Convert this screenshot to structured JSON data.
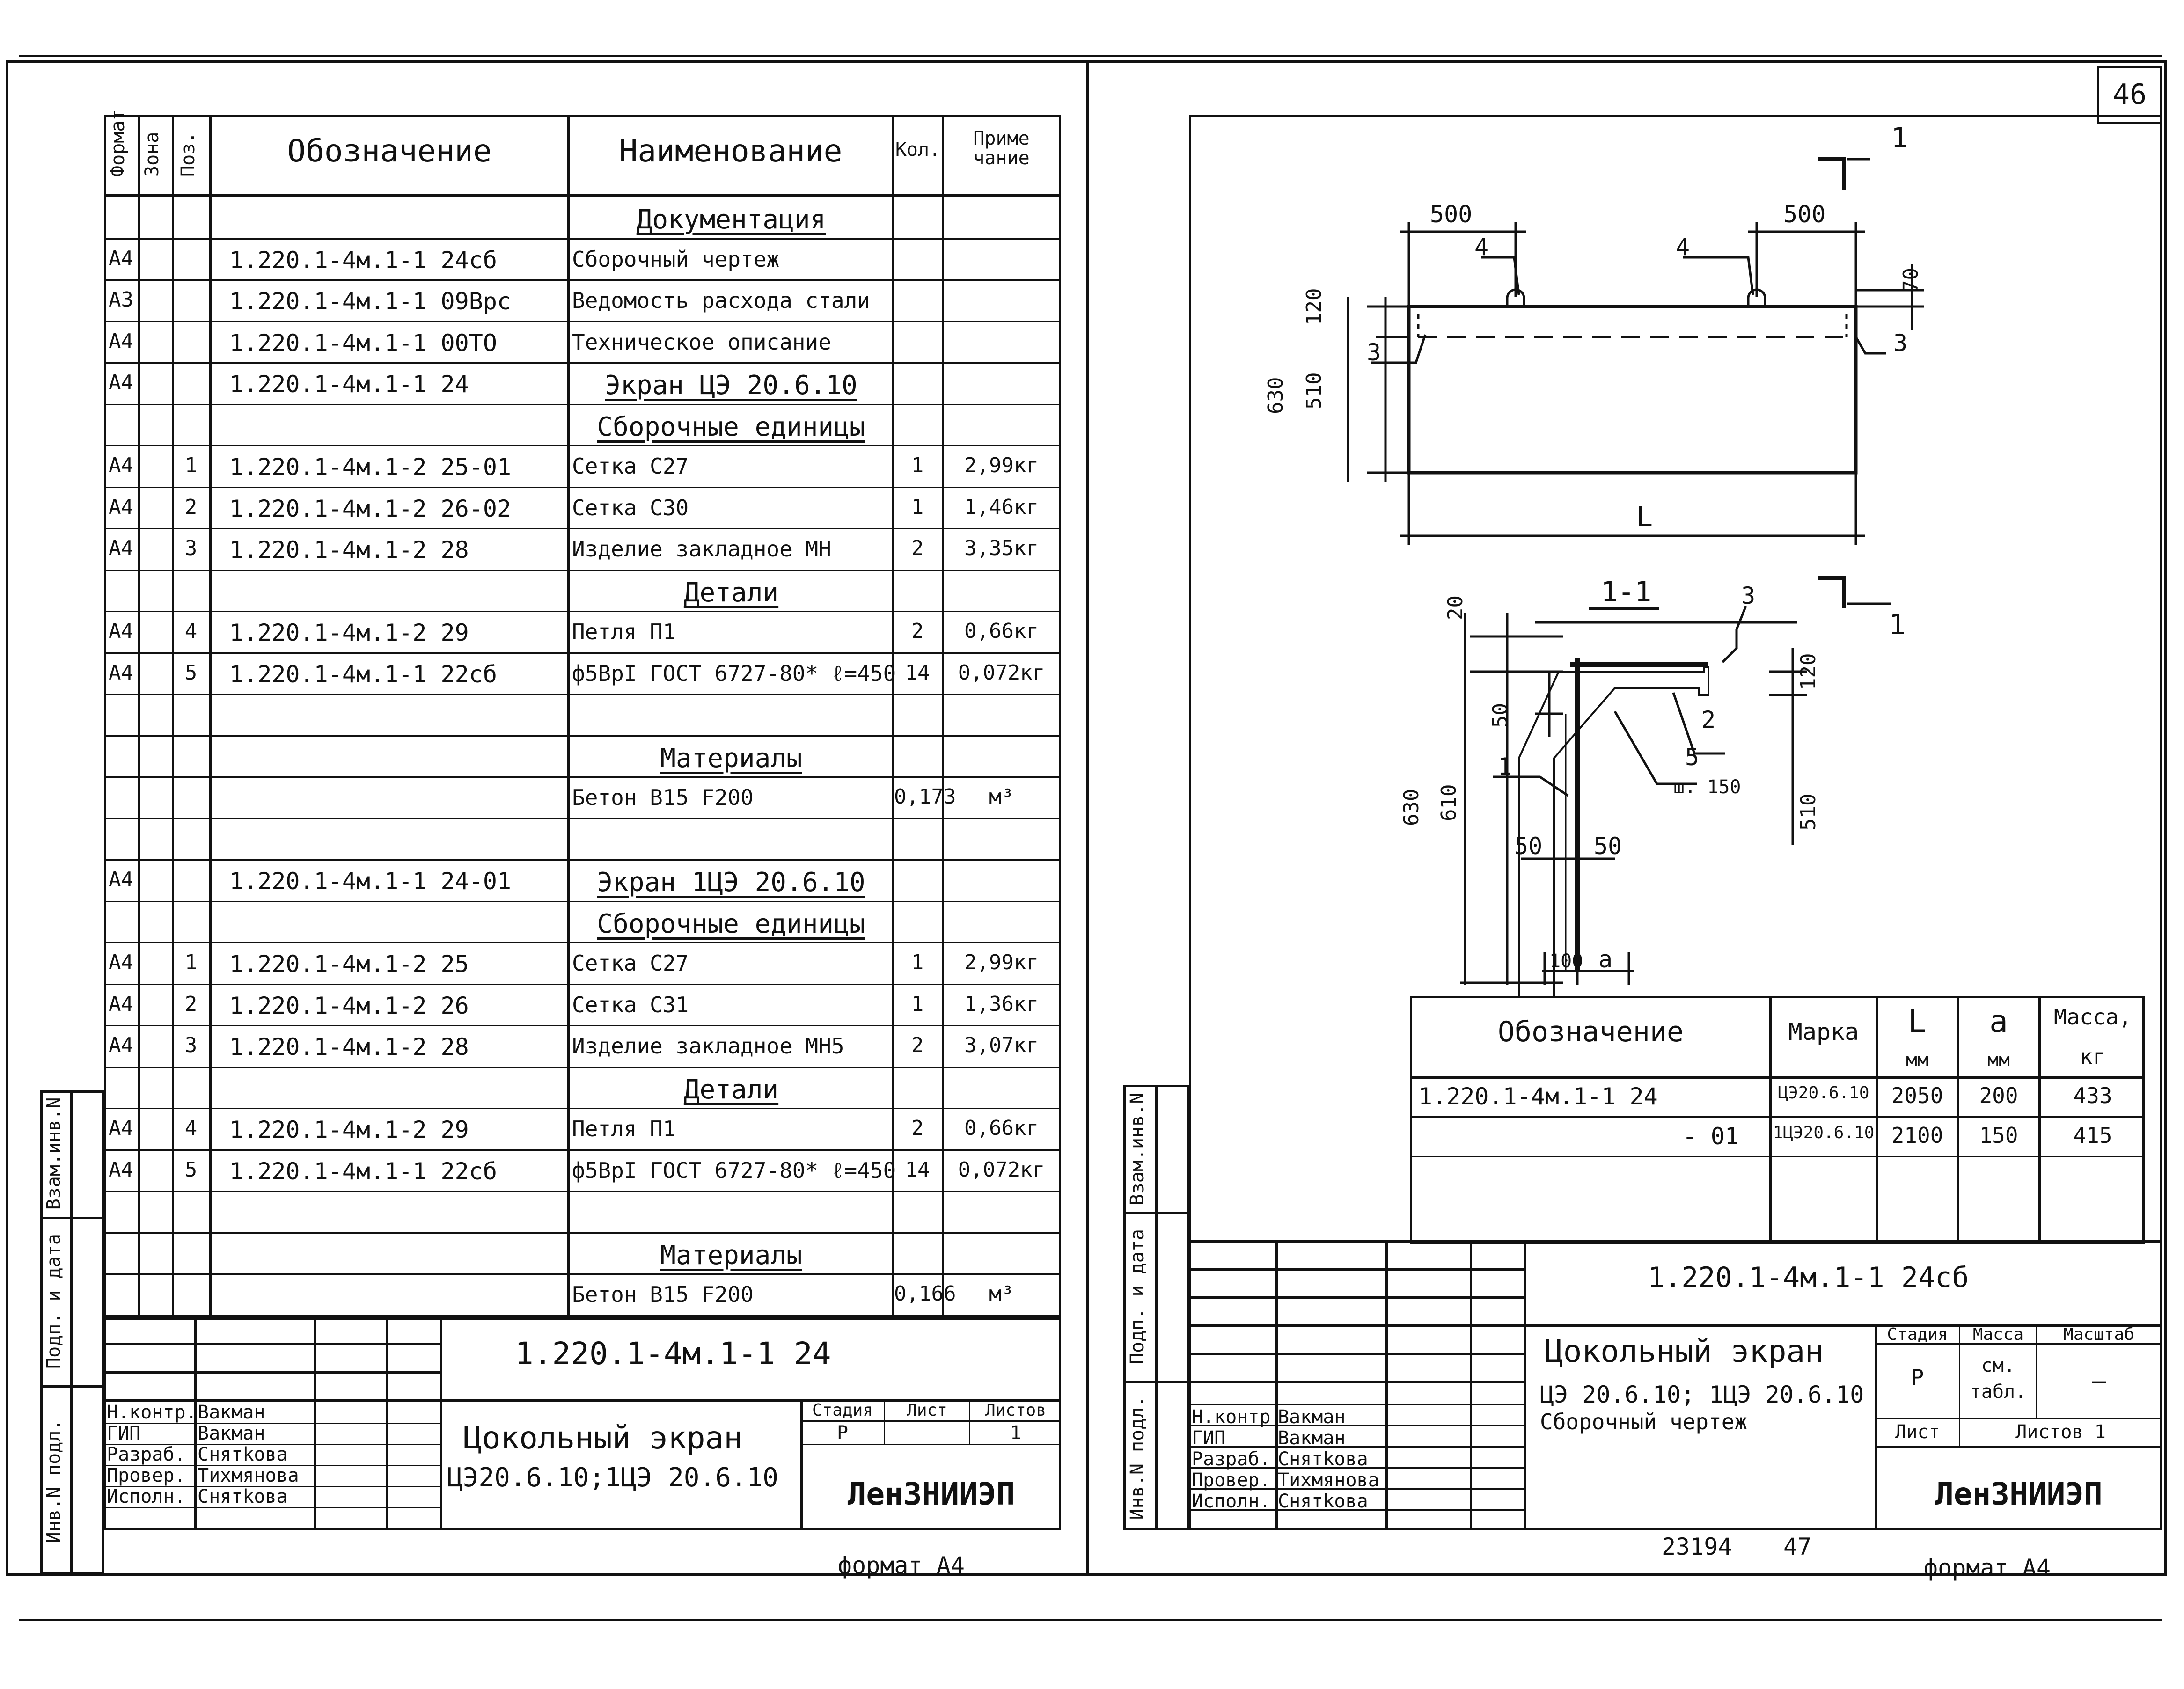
{
  "page_number": "46",
  "left": {
    "headers": {
      "format": "Формат",
      "zone": "Зона",
      "pos": "Поз.",
      "designation": "Обозначение",
      "name": "Наименование",
      "qty": "Кол.",
      "note": "Приме чание"
    },
    "rows": [
      {
        "format": "",
        "pos": "",
        "designation": "",
        "name": "Документация",
        "section": true,
        "qty": "",
        "note": ""
      },
      {
        "format": "А4",
        "pos": "",
        "designation": "1.220.1-4м.1-1   24сб",
        "name": "Сборочный чертеж",
        "qty": "",
        "note": ""
      },
      {
        "format": "А3",
        "pos": "",
        "designation": "1.220.1-4м.1-1 09Врс",
        "name": "Ведомость расхода стали",
        "qty": "",
        "note": ""
      },
      {
        "format": "А4",
        "pos": "",
        "designation": "1.220.1-4м.1-1  00ТО",
        "name": "Техническое описание",
        "qty": "",
        "note": ""
      },
      {
        "format": "А4",
        "pos": "",
        "designation": "1.220.1-4м.1-1  24",
        "name": "Экран ЦЭ 20.6.10",
        "section": true,
        "qty": "",
        "note": ""
      },
      {
        "format": "",
        "pos": "",
        "designation": "",
        "name": "Сборочные единицы",
        "section": true,
        "qty": "",
        "note": ""
      },
      {
        "format": "А4",
        "pos": "1",
        "designation": "1.220.1-4м.1-2  25-01",
        "name": "Сетка С27",
        "qty": "1",
        "note": "2,99кг"
      },
      {
        "format": "А4",
        "pos": "2",
        "designation": "1.220.1-4м.1-2  26-02",
        "name": "Сетка С30",
        "qty": "1",
        "note": "1,46кг"
      },
      {
        "format": "А4",
        "pos": "3",
        "designation": "1.220.1-4м.1-2   28",
        "name": "Изделие закладное МН",
        "qty": "2",
        "note": "3,35кг"
      },
      {
        "format": "",
        "pos": "",
        "designation": "",
        "name": "Детали",
        "section": true,
        "qty": "",
        "note": ""
      },
      {
        "format": "А4",
        "pos": "4",
        "designation": "1.220.1-4м.1-2   29",
        "name": "Петля П1",
        "qty": "2",
        "note": "0,66кг"
      },
      {
        "format": "А4",
        "pos": "5",
        "designation": "1.220.1-4м.1-1  22сб",
        "name": "ф5ВрI ГОСТ 6727-80* ℓ=450",
        "qty": "14",
        "note": "0,072кг"
      },
      {
        "format": "",
        "pos": "",
        "designation": "",
        "name": "",
        "qty": "",
        "note": ""
      },
      {
        "format": "",
        "pos": "",
        "designation": "",
        "name": "Материалы",
        "section": true,
        "qty": "",
        "note": ""
      },
      {
        "format": "",
        "pos": "",
        "designation": "",
        "name": "Бетон В15 F200",
        "qty": "0,173",
        "note": "м³"
      },
      {
        "format": "",
        "pos": "",
        "designation": "",
        "name": "",
        "qty": "",
        "note": ""
      },
      {
        "format": "А4",
        "pos": "",
        "designation": "1.220.1-4м.1-1  24-01",
        "name": "Экран 1ЦЭ 20.6.10",
        "section": true,
        "qty": "",
        "note": ""
      },
      {
        "format": "",
        "pos": "",
        "designation": "",
        "name": "Сборочные единицы",
        "section": true,
        "qty": "",
        "note": ""
      },
      {
        "format": "А4",
        "pos": "1",
        "designation": "1.220.1-4м.1-2    25",
        "name": "Сетка С27",
        "qty": "1",
        "note": "2,99кг"
      },
      {
        "format": "А4",
        "pos": "2",
        "designation": "1.220.1-4м.1-2    26",
        "name": "Сетка С31",
        "qty": "1",
        "note": "1,36кг"
      },
      {
        "format": "А4",
        "pos": "3",
        "designation": "1.220.1-4м.1-2    28",
        "name": "Изделие закладное МН5",
        "qty": "2",
        "note": "3,07кг"
      },
      {
        "format": "",
        "pos": "",
        "designation": "",
        "name": "Детали",
        "section": true,
        "qty": "",
        "note": ""
      },
      {
        "format": "А4",
        "pos": "4",
        "designation": "1.220.1-4м.1-2    29",
        "name": "Петля П1",
        "qty": "2",
        "note": "0,66кг"
      },
      {
        "format": "А4",
        "pos": "5",
        "designation": "1.220.1-4м.1-1  22сб",
        "name": "ф5ВрI ГОСТ 6727-80* ℓ=450",
        "qty": "14",
        "note": "0,072кг"
      },
      {
        "format": "",
        "pos": "",
        "designation": "",
        "name": "",
        "qty": "",
        "note": ""
      },
      {
        "format": "",
        "pos": "",
        "designation": "",
        "name": "Материалы",
        "section": true,
        "qty": "",
        "note": ""
      },
      {
        "format": "",
        "pos": "",
        "designation": "",
        "name": "Бетон В15 F200",
        "qty": "0,166",
        "note": "м³"
      }
    ],
    "side_labels": {
      "inv_zam": "Взам.инв.N",
      "podp_data": "Подп. и дата",
      "inv_podl": "Инв.N подл."
    },
    "stamp": {
      "code": "1.220.1-4м.1-1      24",
      "title_line1": "Цокольный экран",
      "title_line2": "ЦЭ20.6.10;1ЦЭ 20.6.10",
      "stage_label": "Стадия",
      "sheet_label": "Лист",
      "sheets_label": "Листов",
      "stage": "Р",
      "sheets": "1",
      "org": "ЛенЗНИИЭП",
      "roles": [
        {
          "role": "Н.контр.",
          "name": "Вакман"
        },
        {
          "role": "ГИП",
          "name": "Вакман"
        },
        {
          "role": "Разраб.",
          "name": "Снятkова"
        },
        {
          "role": "Провер.",
          "name": "Тихмянова"
        },
        {
          "role": "Исполн.",
          "name": "Снятkова"
        }
      ]
    },
    "format_note": "формат А4"
  },
  "right": {
    "drawing": {
      "dim_500_left": "500",
      "dim_500_right": "500",
      "dim_70": "70",
      "dim_120": "120",
      "dim_630": "630",
      "dim_510": "510",
      "dim_L": "L",
      "section_mark": "1",
      "section_title": "1-1",
      "s_dim_20": "20",
      "s_dim_120": "120",
      "s_dim_50a": "50",
      "s_dim_630": "630",
      "s_dim_610": "610",
      "s_dim_510": "510",
      "s_dim_50b": "50",
      "s_dim_50c": "50",
      "s_dim_100": "100",
      "s_dim_a": "a",
      "s_step": "ш. 150",
      "labels": {
        "p1": "1",
        "p2": "2",
        "p3": "3",
        "p4": "4",
        "p5": "5"
      }
    },
    "table": {
      "headers": {
        "designation": "Обозначение",
        "mark": "Марка",
        "L": "L",
        "L_unit": "мм",
        "a": "a",
        "a_unit": "мм",
        "mass": "Масса,",
        "mass_unit": "кг"
      },
      "rows": [
        {
          "designation": "1.220.1-4м.1-1   24",
          "mark": "ЦЭ20.6.10",
          "L": "2050",
          "a": "200",
          "mass": "433"
        },
        {
          "designation": "- 01",
          "mark": "1ЦЭ20.6.10",
          "L": "2100",
          "a": "150",
          "mass": "415"
        }
      ]
    },
    "stamp": {
      "code": "1.220.1-4м.1-1    24сб",
      "title_line1": "Цокольный экран",
      "title_line2": "ЦЭ 20.6.10; 1ЦЭ 20.6.10",
      "title_line3": "Сборочный чертеж",
      "stage_label": "Стадия",
      "mass_label": "Масса",
      "scale_label": "Масштаб",
      "stage": "Р",
      "mass": "см. табл.",
      "scale": "—",
      "sheet_label": "Лист",
      "sheets_label": "Листов 1",
      "org": "ЛенЗНИИЭП",
      "roles": [
        {
          "role": "Н.контр",
          "name": "Вакман"
        },
        {
          "role": "ГИП",
          "name": "Вакман"
        },
        {
          "role": "Разраб.",
          "name": "Снятkова"
        },
        {
          "role": "Провер.",
          "name": "Тихмянова"
        },
        {
          "role": "Исполн.",
          "name": "Снятkова"
        }
      ]
    },
    "bottom_numbers": {
      "left": "23194",
      "right": "47"
    },
    "format_note": "формат А4",
    "side_labels": {
      "inv_zam": "Взам.инв.N",
      "podp_data": "Подп. и дата",
      "inv_podl": "Инв.N подл."
    }
  }
}
